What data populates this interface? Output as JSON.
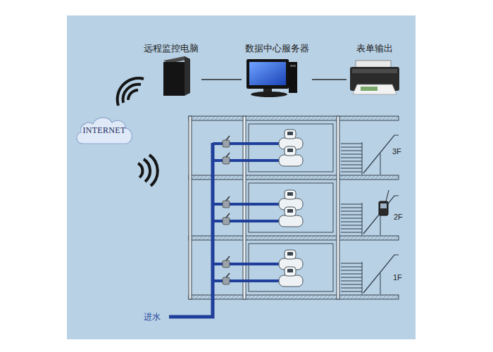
{
  "diagram": {
    "nodes": [
      {
        "text": [
          "远程监控电脑"
        ]
      },
      {
        "text": [
          "数据中心服务器"
        ]
      },
      {
        "text": [
          "表单输出"
        ]
      },
      {
        "text": [
          "INTERNET"
        ]
      }
    ],
    "edges": [
      {
        "from": 0,
        "to": 1,
        "arrow": "none"
      },
      {
        "from": 1,
        "to": 2,
        "arrow": "none"
      }
    ],
    "labels": [
      "3F",
      "2F",
      "1F",
      "进水"
    ]
  }
}
